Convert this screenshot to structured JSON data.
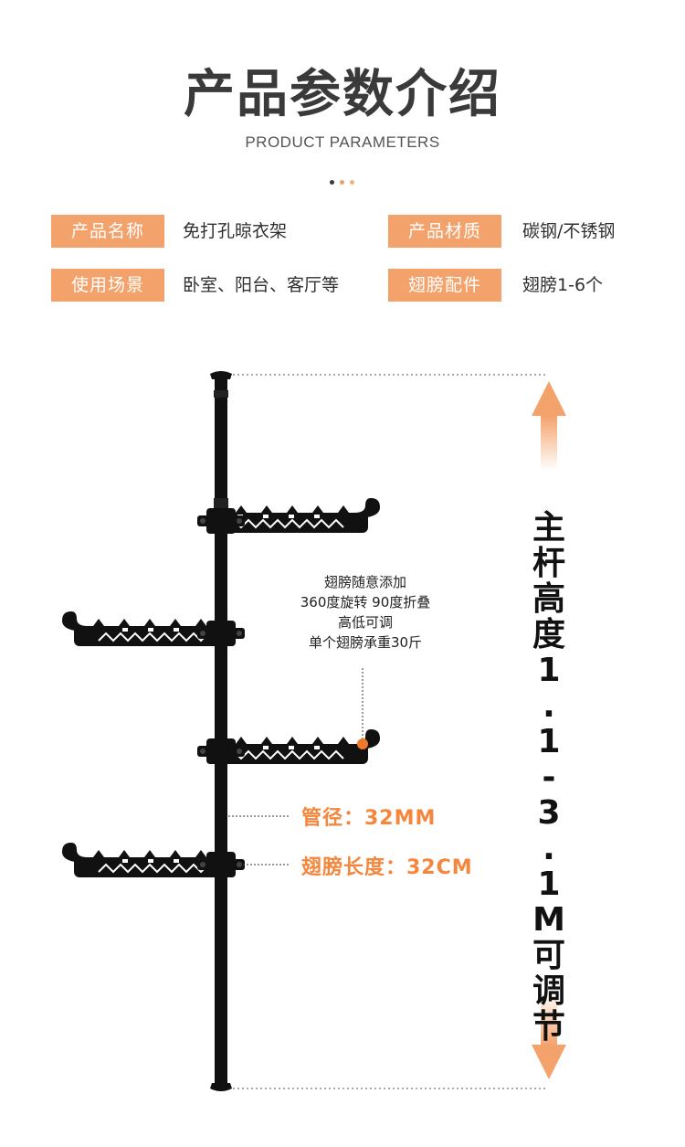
{
  "header": {
    "title": "产品参数介绍",
    "subtitle": "PRODUCT PARAMETERS"
  },
  "colors": {
    "accent": "#f4a26b",
    "accent_text": "#f4863d",
    "pole": "#111111",
    "dot_dark": "#3a3a3a",
    "dot_mid": "#e8a070",
    "dot_light": "#f4b183"
  },
  "params": [
    {
      "label": "产品名称",
      "value": "免打孔晾衣架"
    },
    {
      "label": "产品材质",
      "value": "碳钢/不锈钢"
    },
    {
      "label": "使用场景",
      "value": "卧室、阳台、客厅等"
    },
    {
      "label": "翅膀配件",
      "value": "翅膀1-6个"
    }
  ],
  "annotation": {
    "line1": "翅膀随意添加",
    "line2": "360度旋转 90度折叠",
    "line3": "高低可调",
    "line4": "单个翅膀承重30斤"
  },
  "specs": {
    "tube_diameter": "管径：32MM",
    "wing_length": "翅膀长度：32CM"
  },
  "height_label": [
    "主",
    "杆",
    "高",
    "度",
    "1",
    ".",
    "1",
    "-",
    "3",
    ".",
    "1",
    "M",
    "可",
    "调",
    "节"
  ]
}
